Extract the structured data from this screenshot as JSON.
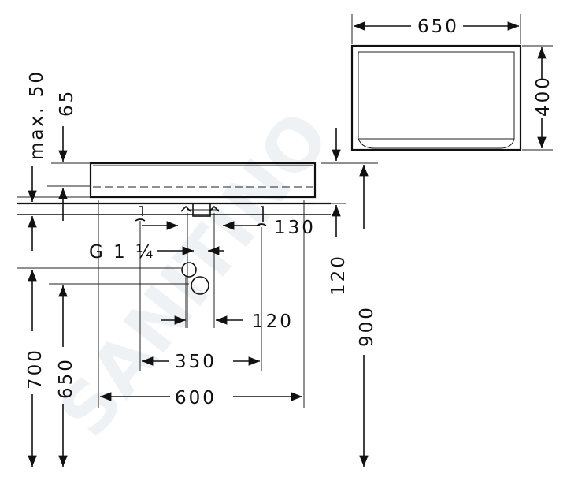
{
  "watermark": {
    "text": "SANITINO"
  },
  "top_view": {
    "width_label": "650",
    "depth_label": "400"
  },
  "front_view": {
    "max_label": "max. 50",
    "rim_label": "65",
    "drain_label": "G 1 ¼",
    "offset_130": "130",
    "offset_120_vert": "120",
    "offset_120_horiz": "120",
    "spacing_350": "350",
    "width_600": "600",
    "height_700": "700",
    "height_650": "650",
    "height_900": "900"
  }
}
